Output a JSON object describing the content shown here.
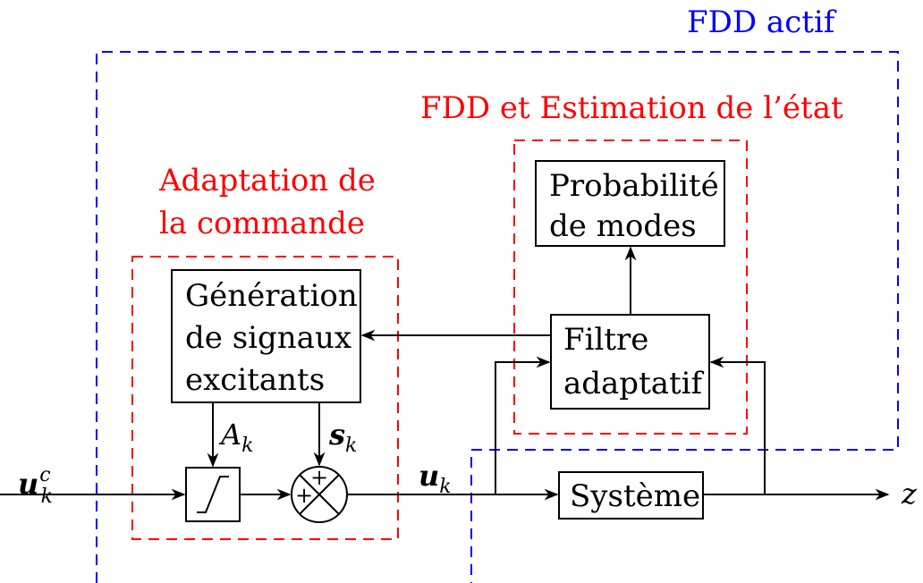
{
  "regions": {
    "fdd_actif": "FDD actif",
    "fdd_estimation": "FDD et Estimation de l’état",
    "adaptation_line1": "Adaptation de",
    "adaptation_line2": "la commande"
  },
  "blocks": {
    "generation": [
      "Génération",
      "de signaux",
      "excitants"
    ],
    "probabilite": [
      "Probabilité",
      "de modes"
    ],
    "filtre": [
      "Filtre",
      "adaptatif"
    ],
    "systeme": "Système"
  },
  "signals": {
    "input": {
      "base": "u",
      "sub": "k",
      "sup": "c"
    },
    "control": {
      "base": "u",
      "sub": "k"
    },
    "amplitude": {
      "base": "A",
      "sub": "k"
    },
    "excitation": {
      "base": "s",
      "sub": "k"
    },
    "output": "z"
  },
  "summer_signs": [
    "+",
    "+"
  ],
  "colors": {
    "red": "#ff0000",
    "blue": "#0000ff",
    "black": "#000000"
  }
}
